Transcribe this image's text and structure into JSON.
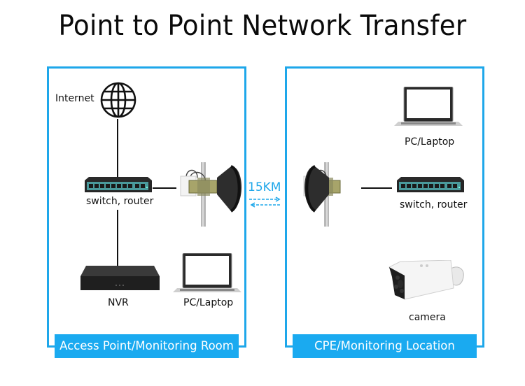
{
  "title": "Point to Point Network Transfer",
  "link": {
    "distance": "15KM"
  },
  "panels": {
    "left": {
      "label": "Access Point/Monitoring Room",
      "devices": {
        "internet": "Internet",
        "switch": "switch, router",
        "nvr": "NVR",
        "laptop": "PC/Laptop"
      }
    },
    "right": {
      "label": "CPE/Monitoring Location",
      "devices": {
        "laptop": "PC/Laptop",
        "switch": "switch, router",
        "camera": "camera"
      }
    }
  },
  "colors": {
    "accent": "#1ea7ea",
    "label_bg": "#1aaaf0",
    "switch_teal": "#4a9a9c"
  }
}
